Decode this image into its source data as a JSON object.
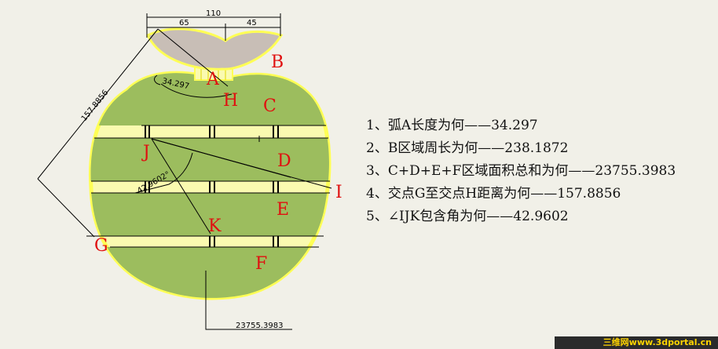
{
  "colors": {
    "background": "#f1f0e8",
    "green": "#9cbd5e",
    "outline": "#ffff55",
    "leaf": "#c8beb6",
    "label_red": "#e01010"
  },
  "dimensions": {
    "top_total": "110",
    "top_left": "65",
    "top_right": "45",
    "slant": "157.8856",
    "arc": "34.297",
    "angle": "42.9602°",
    "area": "23755.3983"
  },
  "labels": {
    "A": "A",
    "B": "B",
    "C": "C",
    "D": "D",
    "E": "E",
    "F": "F",
    "G": "G",
    "H": "H",
    "I": "I",
    "J": "J",
    "K": "K"
  },
  "questions": [
    "1、弧A长度为何——34.297",
    "2、B区域周长为何——238.1872",
    "3、C+D+E+F区域面积总和为何——23755.3983",
    "4、交点G至交点H距离为何——157.8856",
    "5、∠IJK包含角为何——42.9602"
  ],
  "watermark": "三维网www.3dportal.cn"
}
